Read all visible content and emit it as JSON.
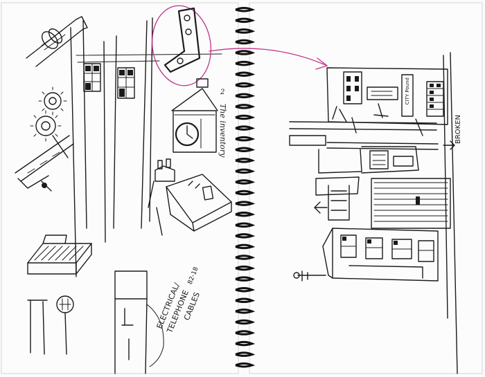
{
  "notebook": {
    "annotation_number": "2",
    "annotation_caption": "The inventory",
    "cables_label_line1": "ELECTRICAL/",
    "cables_label_line2": "TELEPHONE",
    "cables_label_line3": "CABLES",
    "cables_date": "82-18",
    "right_page_sign": "CITY Pound",
    "broken_label": "BROKEN",
    "spiral_ring_count": 34,
    "colors": {
      "paper": "#fbfbfb",
      "ink": "#1a1a1a",
      "accent_pen": "#c0338a",
      "spiral": "#111111"
    }
  }
}
